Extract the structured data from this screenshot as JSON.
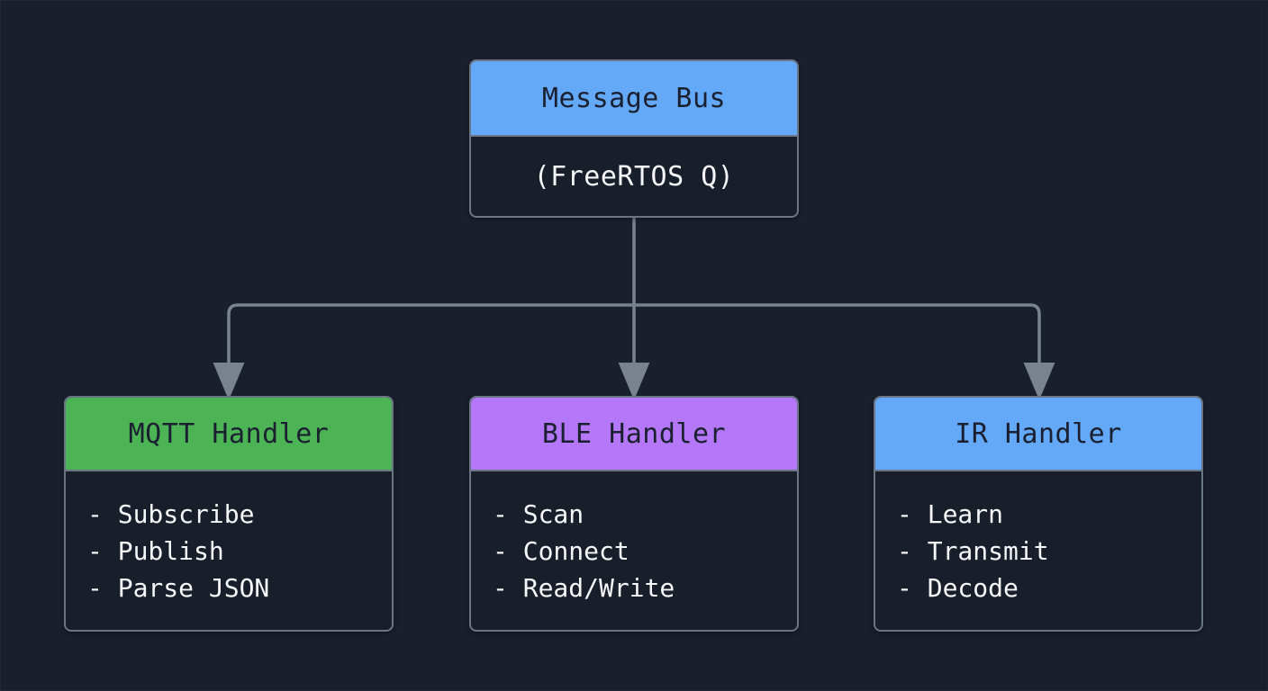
{
  "diagram": {
    "type": "flowchart",
    "background_color": "#1a1f2e",
    "edge_color": "#79828f",
    "border_color": "#6b7685",
    "body_fill": "#191e2b",
    "root": {
      "id": "message-bus",
      "title": "Message Bus",
      "subtitle": "(FreeRTOS Q)",
      "header_color": "#64a8f8",
      "header_text_color": "#1a2030"
    },
    "children": [
      {
        "id": "mqtt-handler",
        "title": "MQTT Handler",
        "header_color": "#4cb455",
        "header_text_color": "#1a2030",
        "items": [
          "- Subscribe",
          "- Publish",
          "- Parse JSON"
        ]
      },
      {
        "id": "ble-handler",
        "title": "BLE Handler",
        "header_color": "#b377f7",
        "header_text_color": "#1a2030",
        "items": [
          "- Scan",
          "- Connect",
          "- Read/Write"
        ]
      },
      {
        "id": "ir-handler",
        "title": "IR Handler",
        "header_color": "#64a8f8",
        "header_text_color": "#1a2030",
        "items": [
          "- Learn",
          "- Transmit",
          "- Decode"
        ]
      }
    ],
    "edges": [
      {
        "from": "message-bus",
        "to": "mqtt-handler",
        "style": "orthogonal-arrow"
      },
      {
        "from": "message-bus",
        "to": "ble-handler",
        "style": "orthogonal-arrow"
      },
      {
        "from": "message-bus",
        "to": "ir-handler",
        "style": "orthogonal-arrow"
      }
    ]
  }
}
